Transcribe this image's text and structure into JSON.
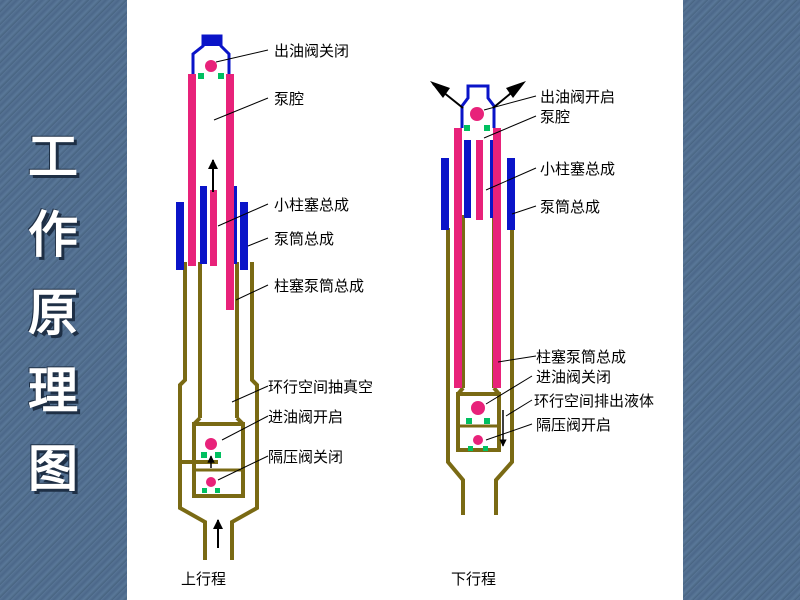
{
  "title_chars": [
    "工",
    "作",
    "原",
    "理",
    "图"
  ],
  "diagrams": {
    "upstroke": {
      "caption": "上行程",
      "labels": [
        "出油阀关闭",
        "泵腔",
        "小柱塞总成",
        "泵筒总成",
        "柱塞泵筒总成",
        "环行空间抽真空",
        "进油阀开启",
        "隔压阀关闭"
      ]
    },
    "downstroke": {
      "caption": "下行程",
      "labels": [
        "出油阀开启",
        "泵腔",
        "小柱塞总成",
        "泵筒总成",
        "柱塞泵筒总成",
        "进油阀关闭",
        "环行空间排出液体",
        "隔压阀开启"
      ]
    }
  },
  "colors": {
    "pink": "#e8227a",
    "blue": "#0a14c8",
    "olive": "#7a6a14",
    "green": "#00c060",
    "background": "#4e6a8c"
  }
}
